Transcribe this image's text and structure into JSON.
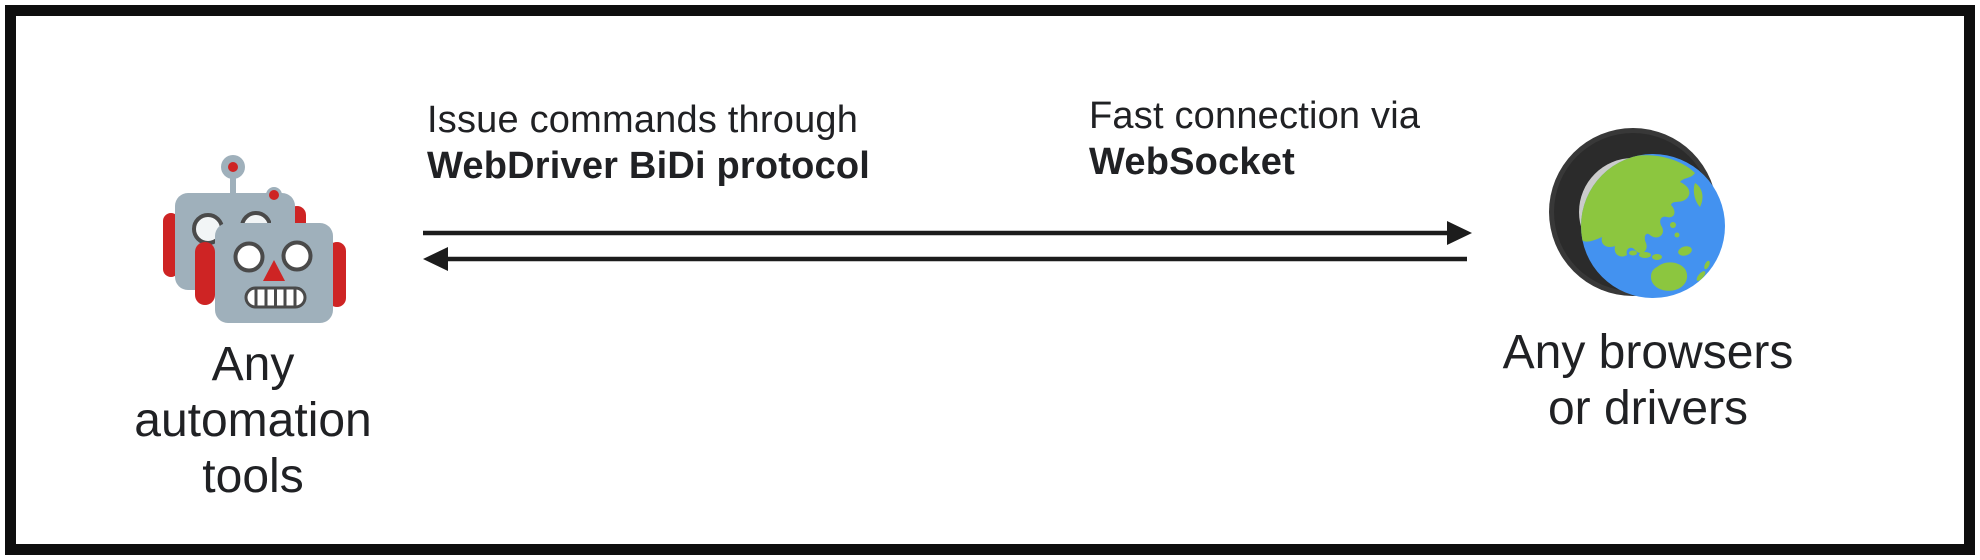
{
  "diagram": {
    "left_node": {
      "icon": "robot-icon",
      "label": "Any automation tools"
    },
    "right_node": {
      "icon": "globe-tire-icon",
      "label": "Any browsers or drivers"
    },
    "connection": {
      "command_annotation": {
        "line1": "Issue commands through",
        "line2": "WebDriver BiDi protocol"
      },
      "socket_annotation": {
        "line1": "Fast connection via",
        "line2": "WebSocket"
      },
      "arrows": [
        {
          "direction": "left-to-right"
        },
        {
          "direction": "right-to-left"
        }
      ]
    },
    "colors": {
      "text": "#202124",
      "arrow": "#1c1c1c",
      "border": "#0e0e0e",
      "robot_body": "#9FB0BB",
      "robot_accent": "#CE2424",
      "robot_outline": "#4a4a4a",
      "globe_ocean": "#4392F0",
      "globe_land": "#8CC63F",
      "tire_dark": "#383838",
      "tire_rim": "#CBCBCB"
    }
  }
}
